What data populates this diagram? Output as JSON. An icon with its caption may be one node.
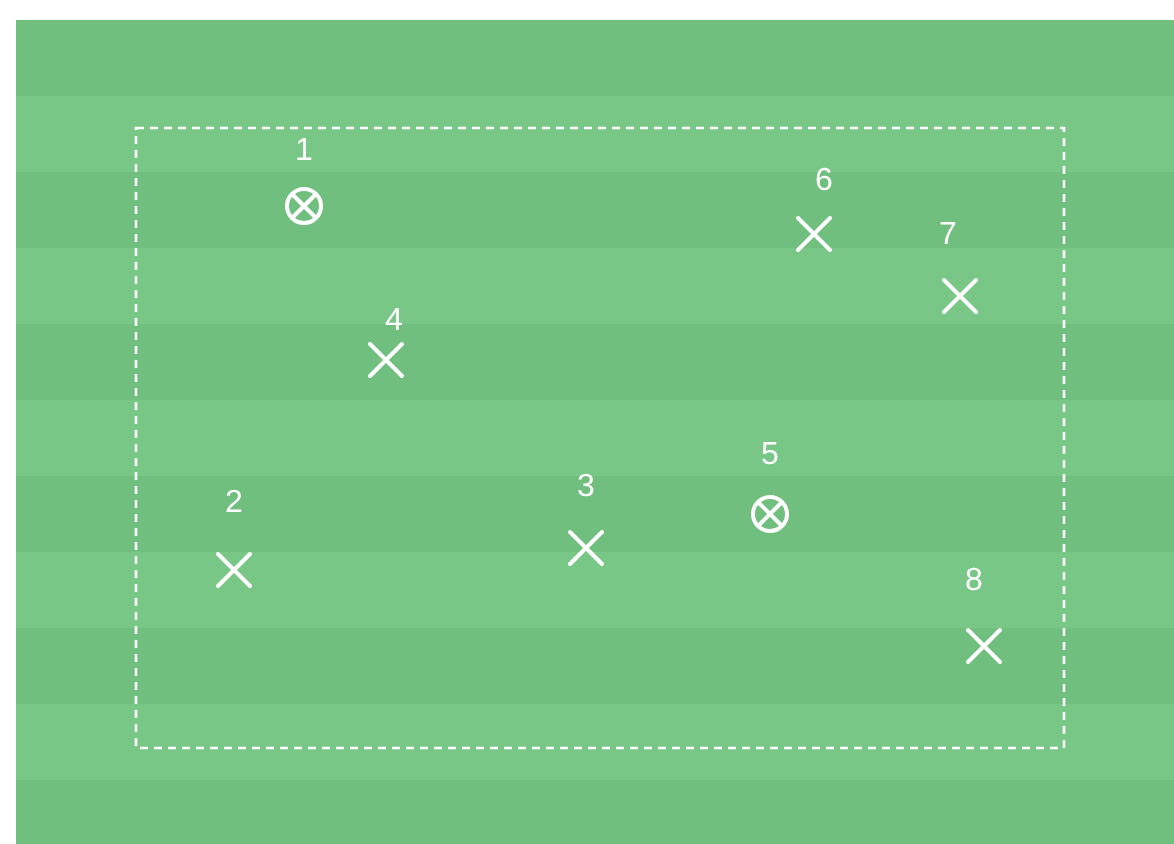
{
  "diagram": {
    "labels": [
      "1",
      "6",
      "7",
      "4",
      "5",
      "3",
      "2",
      "8"
    ]
  }
}
